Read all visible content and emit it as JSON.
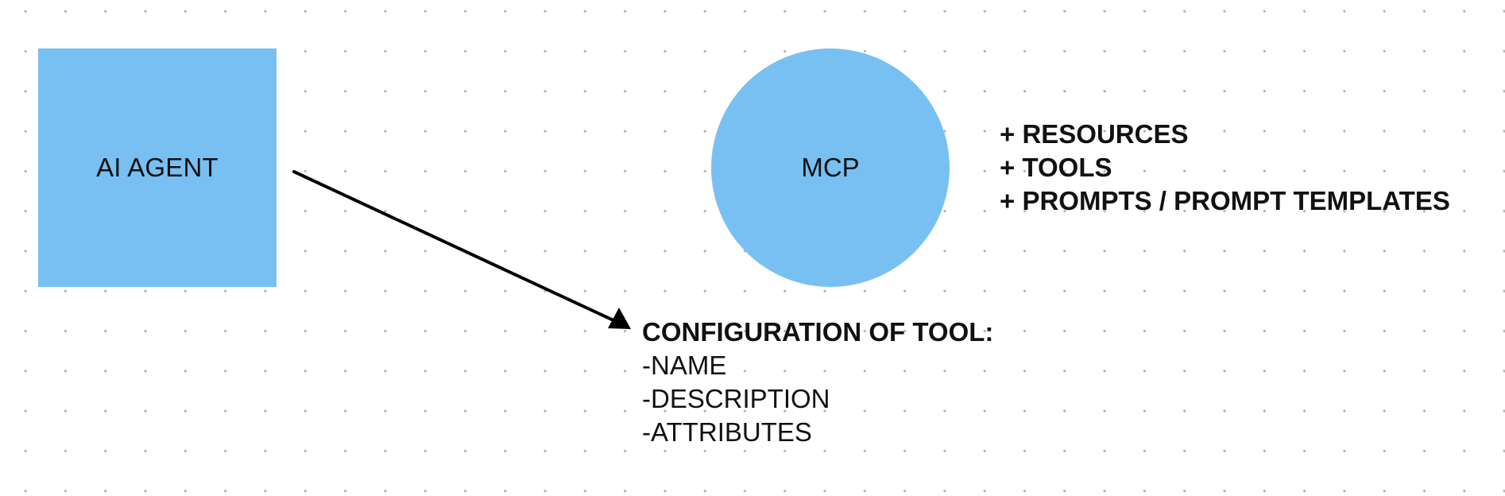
{
  "nodes": {
    "agent": {
      "label": "AI AGENT",
      "shape": "square",
      "fill": "#79c0f2"
    },
    "mcp": {
      "label": "MCP",
      "shape": "circle",
      "fill": "#79c0f2"
    }
  },
  "mcp_features": [
    "+ RESOURCES",
    "+ TOOLS",
    "+ PROMPTS / PROMPT TEMPLATES"
  ],
  "tool_config": {
    "title": "CONFIGURATION OF TOOL:",
    "items": [
      "-NAME",
      "-DESCRIPTION",
      "-ATTRIBUTES"
    ]
  },
  "connectors": [
    {
      "from": "agent",
      "to": "tool_config",
      "style": "arrow",
      "color": "#000000"
    }
  ],
  "canvas": {
    "background": "#ffffff",
    "grid": "dots",
    "dot_color": "#b9b9b9"
  }
}
